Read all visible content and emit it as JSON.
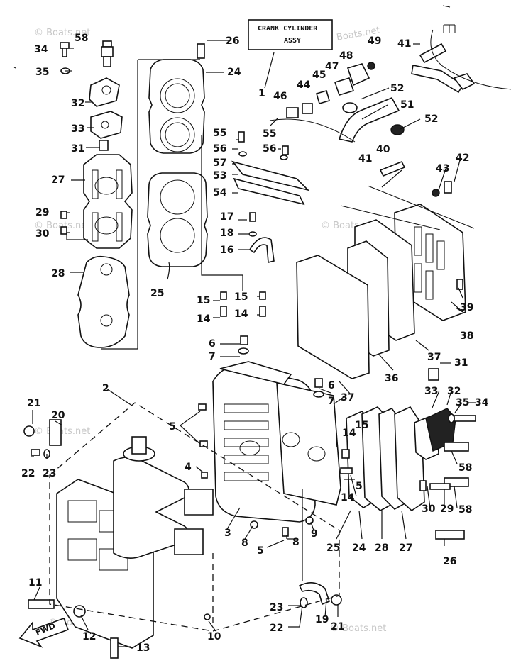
{
  "title_box": {
    "line1": "CRANK CYLINDER",
    "line2": "ASSY"
  },
  "fwd_label": "FWD",
  "watermark": "© Boats.net",
  "callouts": [
    {
      "id": "c58a",
      "text": "58"
    },
    {
      "id": "c34a",
      "text": "34"
    },
    {
      "id": "c35a",
      "text": "35"
    },
    {
      "id": "c32a",
      "text": "32"
    },
    {
      "id": "c33a",
      "text": "33"
    },
    {
      "id": "c31a",
      "text": "31"
    },
    {
      "id": "c27a",
      "text": "27"
    },
    {
      "id": "c29a",
      "text": "29"
    },
    {
      "id": "c30a",
      "text": "30"
    },
    {
      "id": "c28a",
      "text": "28"
    },
    {
      "id": "c26a",
      "text": "26"
    },
    {
      "id": "c24a",
      "text": "24"
    },
    {
      "id": "c25a",
      "text": "25"
    },
    {
      "id": "c1",
      "text": "1"
    },
    {
      "id": "c46",
      "text": "46"
    },
    {
      "id": "c44",
      "text": "44"
    },
    {
      "id": "c45",
      "text": "45"
    },
    {
      "id": "c47",
      "text": "47"
    },
    {
      "id": "c48",
      "text": "48"
    },
    {
      "id": "c49",
      "text": "49"
    },
    {
      "id": "c41a",
      "text": "41"
    },
    {
      "id": "c52a",
      "text": "52"
    },
    {
      "id": "c51",
      "text": "51"
    },
    {
      "id": "c52b",
      "text": "52"
    },
    {
      "id": "c55a",
      "text": "55"
    },
    {
      "id": "c55b",
      "text": "55"
    },
    {
      "id": "c56a",
      "text": "56"
    },
    {
      "id": "c56b",
      "text": "56"
    },
    {
      "id": "c57",
      "text": "57"
    },
    {
      "id": "c53",
      "text": "53"
    },
    {
      "id": "c54",
      "text": "54"
    },
    {
      "id": "c40",
      "text": "40"
    },
    {
      "id": "c41b",
      "text": "41"
    },
    {
      "id": "c43",
      "text": "43"
    },
    {
      "id": "c42",
      "text": "42"
    },
    {
      "id": "c17",
      "text": "17"
    },
    {
      "id": "c18",
      "text": "18"
    },
    {
      "id": "c16",
      "text": "16"
    },
    {
      "id": "c15a",
      "text": "15"
    },
    {
      "id": "c15b",
      "text": "15"
    },
    {
      "id": "c14a",
      "text": "14"
    },
    {
      "id": "c14b",
      "text": "14"
    },
    {
      "id": "c6a",
      "text": "6"
    },
    {
      "id": "c7a",
      "text": "7"
    },
    {
      "id": "c39",
      "text": "39"
    },
    {
      "id": "c38",
      "text": "38"
    },
    {
      "id": "c37a",
      "text": "37"
    },
    {
      "id": "c36",
      "text": "36"
    },
    {
      "id": "c31b",
      "text": "31"
    },
    {
      "id": "c37b",
      "text": "37"
    },
    {
      "id": "c2",
      "text": "2"
    },
    {
      "id": "c6b",
      "text": "6"
    },
    {
      "id": "c7b",
      "text": "7"
    },
    {
      "id": "c33b",
      "text": "33"
    },
    {
      "id": "c32b",
      "text": "32"
    },
    {
      "id": "c35b",
      "text": "35"
    },
    {
      "id": "c34b",
      "text": "34"
    },
    {
      "id": "c21a",
      "text": "21"
    },
    {
      "id": "c20",
      "text": "20"
    },
    {
      "id": "c5a",
      "text": "5"
    },
    {
      "id": "c22a",
      "text": "22"
    },
    {
      "id": "c23a",
      "text": "23"
    },
    {
      "id": "c4",
      "text": "4"
    },
    {
      "id": "c14c",
      "text": "14"
    },
    {
      "id": "c15c",
      "text": "15"
    },
    {
      "id": "c5b",
      "text": "5"
    },
    {
      "id": "c14d",
      "text": "14"
    },
    {
      "id": "c58b",
      "text": "58"
    },
    {
      "id": "c58c",
      "text": "58"
    },
    {
      "id": "c30b",
      "text": "30"
    },
    {
      "id": "c29b",
      "text": "29"
    },
    {
      "id": "c3",
      "text": "3"
    },
    {
      "id": "c8a",
      "text": "8"
    },
    {
      "id": "c9",
      "text": "9"
    },
    {
      "id": "c25b",
      "text": "25"
    },
    {
      "id": "c24b",
      "text": "24"
    },
    {
      "id": "c28b",
      "text": "28"
    },
    {
      "id": "c27b",
      "text": "27"
    },
    {
      "id": "c26b",
      "text": "26"
    },
    {
      "id": "c5c",
      "text": "5"
    },
    {
      "id": "c8b",
      "text": "8"
    },
    {
      "id": "c11",
      "text": "11"
    },
    {
      "id": "c12",
      "text": "12"
    },
    {
      "id": "c13",
      "text": "13"
    },
    {
      "id": "c10",
      "text": "10"
    },
    {
      "id": "c23b",
      "text": "23"
    },
    {
      "id": "c22b",
      "text": "22"
    },
    {
      "id": "c19",
      "text": "19"
    },
    {
      "id": "c21b",
      "text": "21"
    }
  ]
}
